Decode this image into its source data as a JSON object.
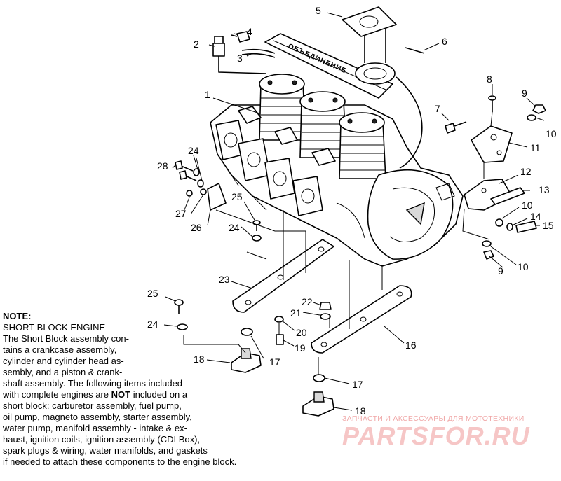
{
  "callouts": {
    "c1": "1",
    "c2": "2",
    "c3": "3",
    "c4": "4",
    "c5": "5",
    "c6": "6",
    "c7": "7",
    "c8": "8",
    "c9a": "9",
    "c9b": "9",
    "c10a": "10",
    "c10b": "10",
    "c10c": "10",
    "c11": "11",
    "c12": "12",
    "c13": "13",
    "c14": "14",
    "c15": "15",
    "c16": "16",
    "c17a": "17",
    "c17b": "17",
    "c18a": "18",
    "c18b": "18",
    "c19": "19",
    "c20": "20",
    "c21": "21",
    "c22": "22",
    "c23": "23",
    "c24a": "24",
    "c24b": "24",
    "c24c": "24",
    "c25a": "25",
    "c25b": "25",
    "c26": "26",
    "c27": "27",
    "c28": "28"
  },
  "manifold_label": "ОБЪЕДИНЕНИЕ",
  "note": {
    "heading": "NOTE:",
    "lines": [
      "SHORT BLOCK ENGINE",
      "The Short Block assembly con-",
      "tains a crankcase assembly,",
      "cylinder and cylinder head as-",
      "sembly, and a piston & crank-",
      "shaft assembly.  The following items included"
    ],
    "line_not_before": "with complete engines are ",
    "line_not_bold": "NOT",
    "line_not_after": " included on a",
    "lines_after": [
      "short block:  carburetor assembly, fuel pump,",
      "oil pump, magneto assembly, starter assembly,",
      "water pump, manifold assembly - intake & ex-",
      "haust, ignition coils, ignition assembly (CDI Box),",
      "spark plugs & wiring, water manifolds, and gaskets",
      "if needed to attach these components to the engine block."
    ]
  },
  "watermark": {
    "tagline": "ЗАПЧАСТИ И АКСЕССУАРЫ ДЛЯ МОТОТЕХНИКИ",
    "logo": "PARTSFOR.RU"
  }
}
